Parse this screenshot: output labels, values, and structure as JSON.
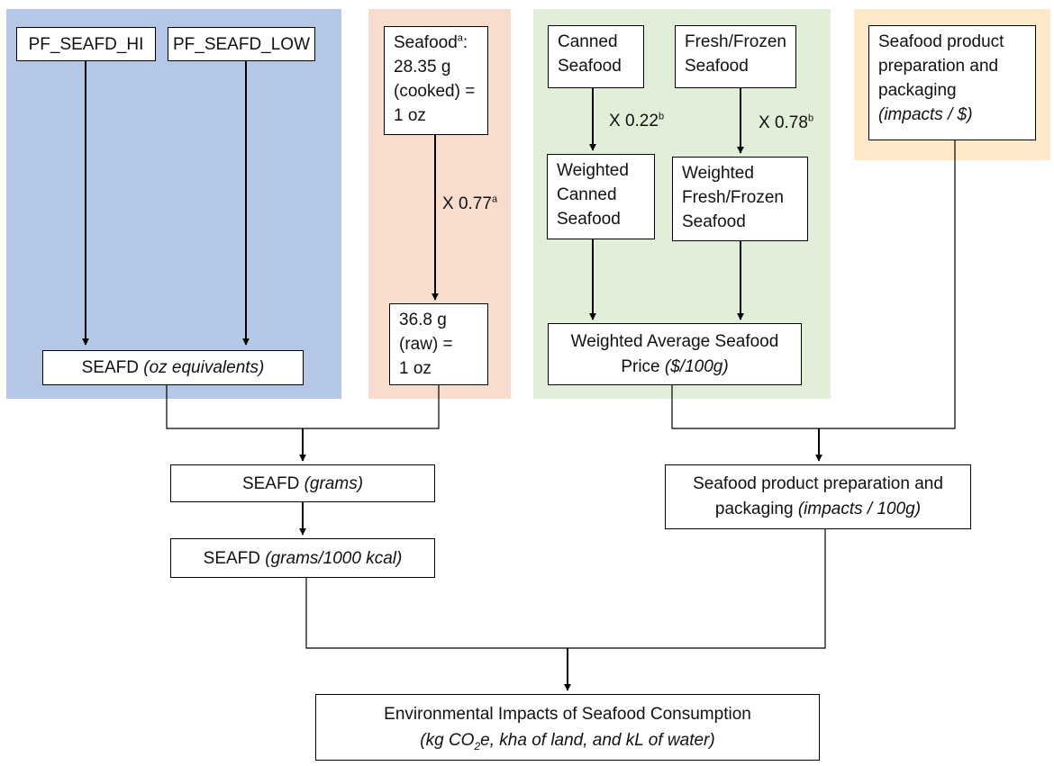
{
  "panels": {
    "blue": {
      "color": "#b4c7e7"
    },
    "peach": {
      "color": "#f8dccd"
    },
    "green": {
      "color": "#e1efd9"
    },
    "yellow": {
      "color": "#fde9c8"
    }
  },
  "boxes": {
    "pf_seafd_hi": "PF_SEAFD_HI",
    "pf_seafd_low": "PF_SEAFD_LOW",
    "seafd_oz": {
      "main": "SEAFD ",
      "italic": "(oz equivalents)"
    },
    "seafood_cooked": {
      "line1": "Seafood",
      "line1_sup": "a",
      "line1_suffix": ":",
      "line2": "28.35 g",
      "line3": "(cooked) =",
      "line4": "1 oz"
    },
    "raw": {
      "line1": "36.8 g",
      "line2": "(raw) =",
      "line3": "1 oz"
    },
    "canned": {
      "line1": "Canned",
      "line2": "Seafood"
    },
    "fresh_frozen": {
      "line1": "Fresh/Frozen",
      "line2": "Seafood"
    },
    "weighted_canned": {
      "line1": "Weighted",
      "line2": "Canned",
      "line3": "Seafood"
    },
    "weighted_fresh": {
      "line1": "Weighted",
      "line2": "Fresh/Frozen",
      "line3": "Seafood"
    },
    "weighted_avg": {
      "line1": "Weighted Average Seafood",
      "line2_main": "Price ",
      "line2_italic": "($/100g)"
    },
    "prep_dollars": {
      "line1": "Seafood product",
      "line2": "preparation and",
      "line3": "packaging",
      "line4_italic": "(impacts / $)"
    },
    "seafd_grams": {
      "main": "SEAFD ",
      "italic": "(grams)"
    },
    "seafd_grams_kcal": {
      "main": "SEAFD ",
      "italic": "(grams/1000 kcal)"
    },
    "prep_100g": {
      "line1": "Seafood product preparation and",
      "line2_main": "packaging ",
      "line2_italic": "(impacts / 100g)"
    },
    "env_impacts": {
      "line1": "Environmental Impacts of Seafood Consumption",
      "line2_a": "(kg CO",
      "line2_sub": "2",
      "line2_b": "e, kha of land, and kL of water)"
    }
  },
  "labels": {
    "factor_077": {
      "text": "X 0.77",
      "sup": "a"
    },
    "factor_022": {
      "text": "X 0.22",
      "sup": "b"
    },
    "factor_078": {
      "text": "X 0.78",
      "sup": "b"
    }
  },
  "wire_color": "#000000"
}
